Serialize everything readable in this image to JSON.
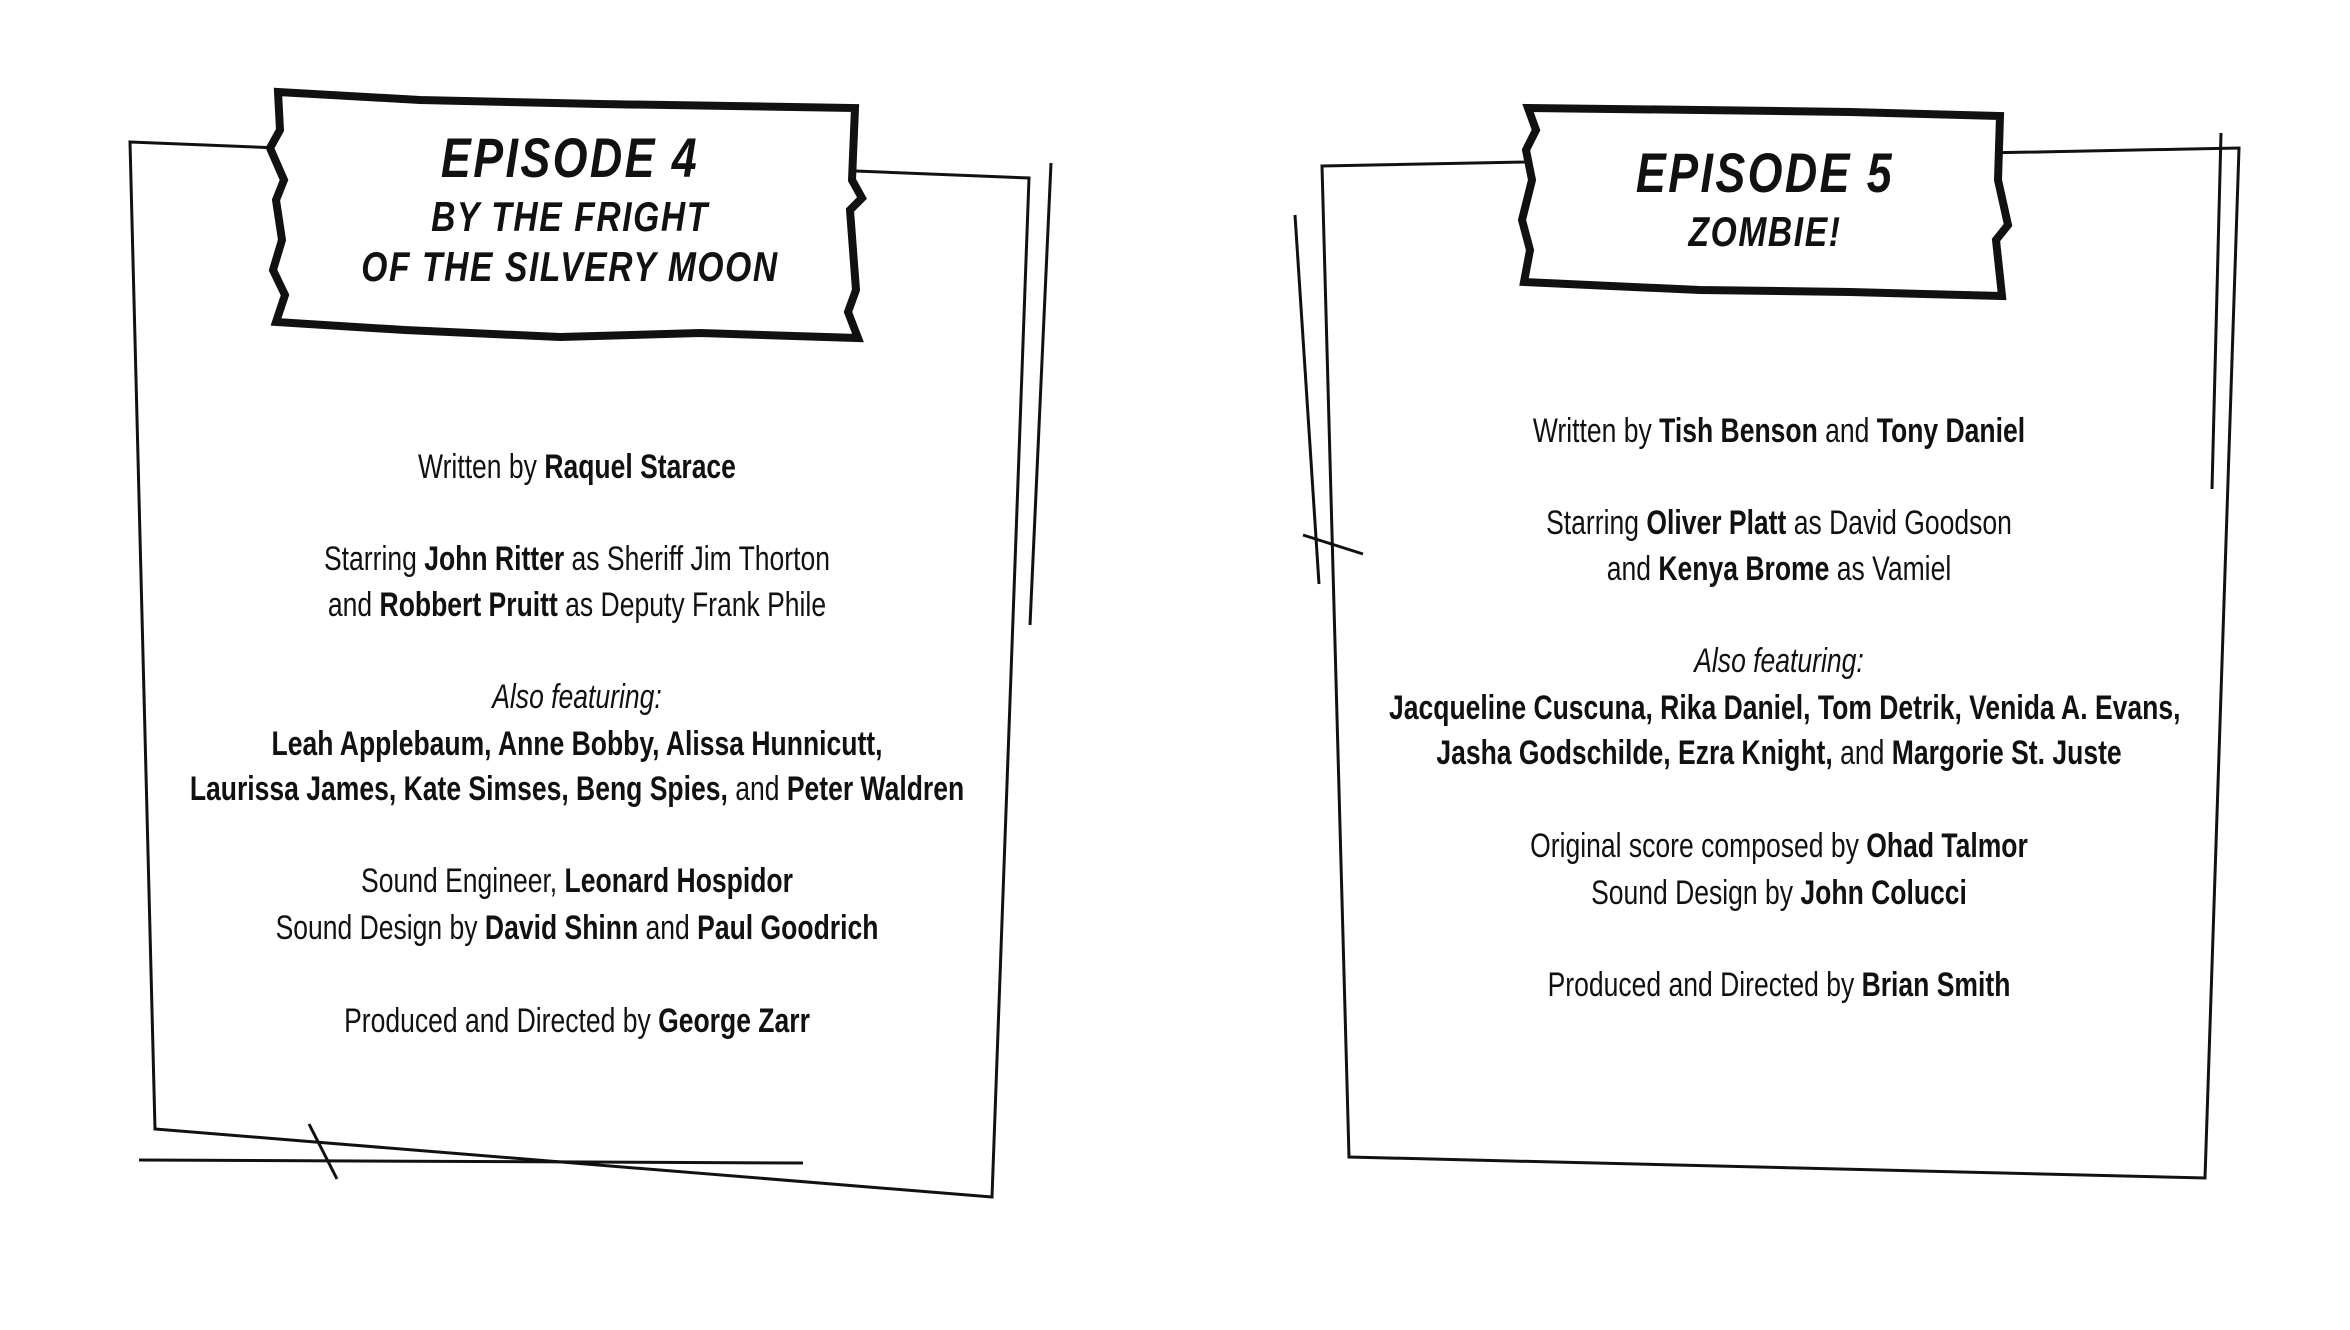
{
  "episodes": [
    {
      "episode_label": "EPISODE 4",
      "title_lines": [
        "BY THE FRIGHT",
        "OF THE SILVERY MOON"
      ],
      "credits": [
        [
          {
            "t": "Written by ",
            "s": "r"
          },
          {
            "t": "Raquel Starace",
            "s": "b"
          }
        ],
        [
          {
            "t": "Starring ",
            "s": "r"
          },
          {
            "t": "John Ritter",
            "s": "b"
          },
          {
            "t": " as Sheriff Jim Thorton",
            "s": "r"
          }
        ],
        [
          {
            "t": "and ",
            "s": "r"
          },
          {
            "t": "Robbert Pruitt",
            "s": "b"
          },
          {
            "t": " as Deputy Frank Phile",
            "s": "r"
          }
        ],
        [
          {
            "t": "Also featuring:",
            "s": "i"
          }
        ],
        [
          {
            "t": "Leah Applebaum, Anne Bobby, Alissa Hunnicutt,",
            "s": "b"
          }
        ],
        [
          {
            "t": "Laurissa James, Kate Simses, Beng Spies,",
            "s": "b"
          },
          {
            "t": " and ",
            "s": "r"
          },
          {
            "t": "Peter Waldren",
            "s": "b"
          }
        ],
        [
          {
            "t": "Sound Engineer, ",
            "s": "r"
          },
          {
            "t": "Leonard Hospidor",
            "s": "b"
          }
        ],
        [
          {
            "t": "Sound Design by ",
            "s": "r"
          },
          {
            "t": "David Shinn",
            "s": "b"
          },
          {
            "t": " and ",
            "s": "r"
          },
          {
            "t": "Paul Goodrich",
            "s": "b"
          }
        ],
        [
          {
            "t": "Produced and Directed by ",
            "s": "r"
          },
          {
            "t": "George Zarr",
            "s": "b"
          }
        ]
      ]
    },
    {
      "episode_label": "EPISODE 5",
      "title_lines": [
        "ZOMBIE!"
      ],
      "credits": [
        [
          {
            "t": "Written by ",
            "s": "r"
          },
          {
            "t": "Tish Benson",
            "s": "b"
          },
          {
            "t": " and ",
            "s": "r"
          },
          {
            "t": "Tony Daniel",
            "s": "b"
          }
        ],
        [
          {
            "t": "Starring ",
            "s": "r"
          },
          {
            "t": "Oliver Platt",
            "s": "b"
          },
          {
            "t": " as David Goodson",
            "s": "r"
          }
        ],
        [
          {
            "t": "and ",
            "s": "r"
          },
          {
            "t": "Kenya Brome",
            "s": "b"
          },
          {
            "t": " as Vamiel",
            "s": "r"
          }
        ],
        [
          {
            "t": "Also featuring:",
            "s": "i"
          }
        ],
        [
          {
            "t": "Jacqueline Cuscuna, Rika Daniel, Tom Detrik, Venida A. Evans,",
            "s": "b"
          }
        ],
        [
          {
            "t": "Jasha Godschilde, Ezra Knight,",
            "s": "b"
          },
          {
            "t": " and ",
            "s": "r"
          },
          {
            "t": "Margorie St. Juste",
            "s": "b"
          }
        ],
        [
          {
            "t": "Original score composed by ",
            "s": "r"
          },
          {
            "t": "Ohad Talmor",
            "s": "b"
          }
        ],
        [
          {
            "t": "Sound Design by ",
            "s": "r"
          },
          {
            "t": "John Colucci",
            "s": "b"
          }
        ],
        [
          {
            "t": "Produced and Directed by ",
            "s": "r"
          },
          {
            "t": "Brian Smith",
            "s": "b"
          }
        ]
      ]
    }
  ]
}
